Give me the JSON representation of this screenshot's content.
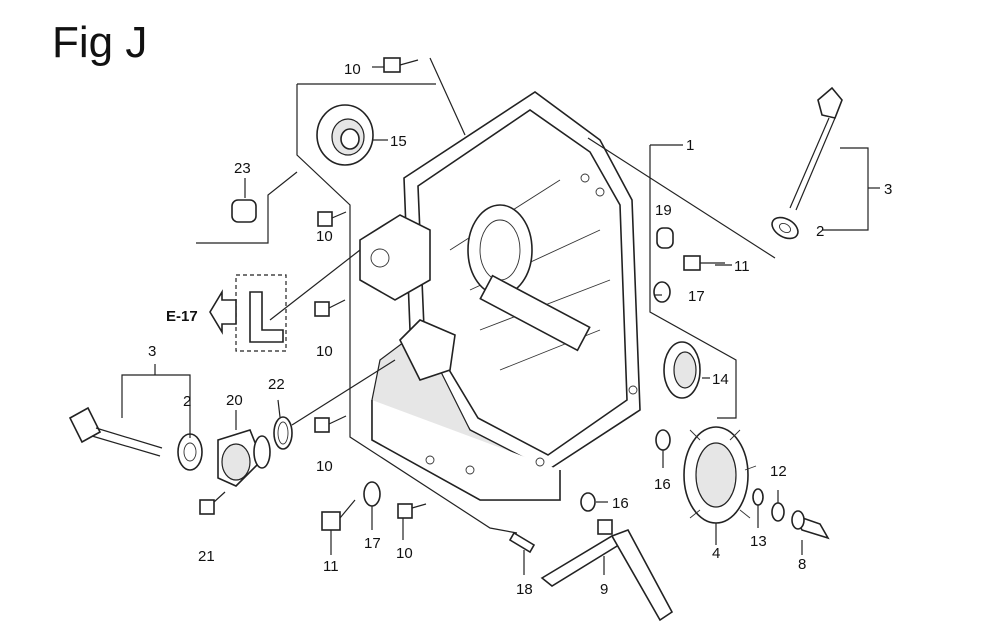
{
  "figure": {
    "title": "Fig J"
  },
  "reference": {
    "label": "E-17"
  },
  "callouts": [
    {
      "id": "c10a",
      "text": "10"
    },
    {
      "id": "c15",
      "text": "15"
    },
    {
      "id": "c1",
      "text": "1"
    },
    {
      "id": "c3a",
      "text": "3"
    },
    {
      "id": "c2a",
      "text": "2"
    },
    {
      "id": "c23",
      "text": "23"
    },
    {
      "id": "c10b",
      "text": "10"
    },
    {
      "id": "c19",
      "text": "19"
    },
    {
      "id": "c11a",
      "text": "11"
    },
    {
      "id": "c17a",
      "text": "17"
    },
    {
      "id": "c10c",
      "text": "10"
    },
    {
      "id": "c14",
      "text": "14"
    },
    {
      "id": "c3b",
      "text": "3"
    },
    {
      "id": "c2b",
      "text": "2"
    },
    {
      "id": "c20",
      "text": "20"
    },
    {
      "id": "c22",
      "text": "22"
    },
    {
      "id": "c10d",
      "text": "10"
    },
    {
      "id": "c16a",
      "text": "16"
    },
    {
      "id": "c12",
      "text": "12"
    },
    {
      "id": "c16b",
      "text": "16"
    },
    {
      "id": "c21",
      "text": "21"
    },
    {
      "id": "c11b",
      "text": "11"
    },
    {
      "id": "c17b",
      "text": "17"
    },
    {
      "id": "c10e",
      "text": "10"
    },
    {
      "id": "c4",
      "text": "4"
    },
    {
      "id": "c13",
      "text": "13"
    },
    {
      "id": "c8",
      "text": "8"
    },
    {
      "id": "c18",
      "text": "18"
    },
    {
      "id": "c9",
      "text": "9"
    }
  ]
}
